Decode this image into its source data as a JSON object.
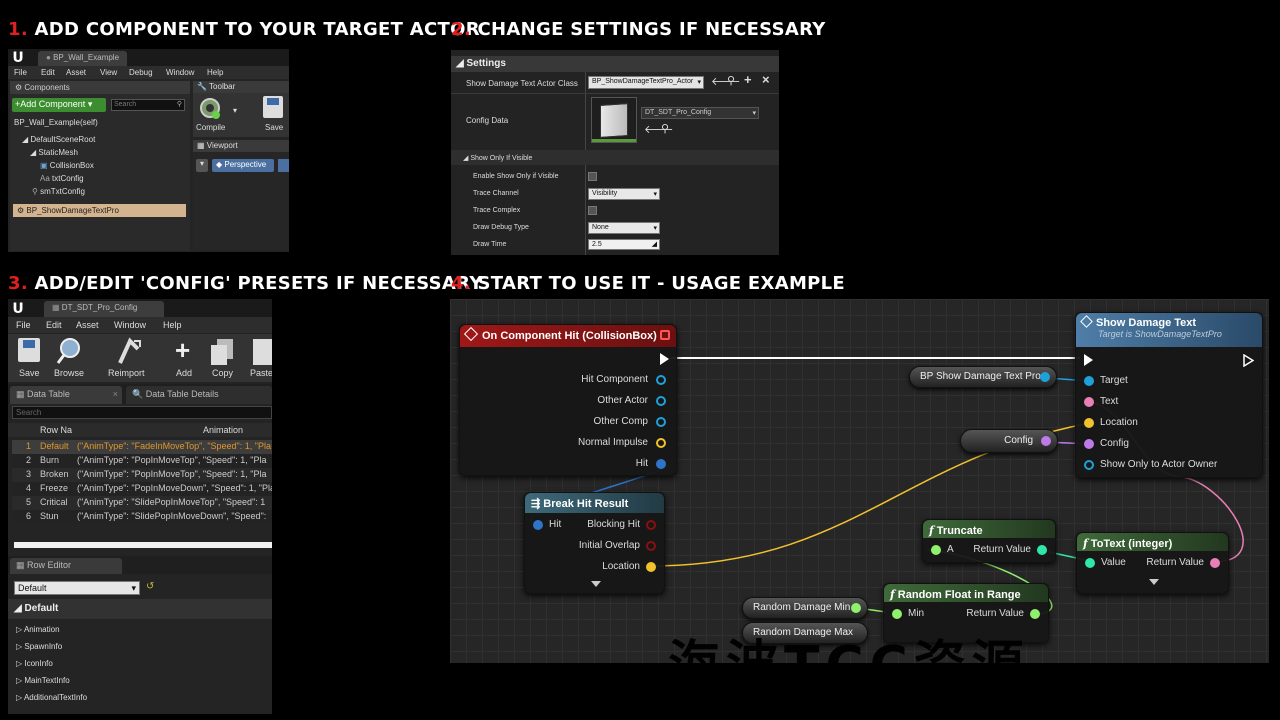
{
  "steps": [
    {
      "num": "1.",
      "text": "ADD COMPONENT TO YOUR TARGET ACTOR"
    },
    {
      "num": "2.",
      "text": "CHANGE SETTINGS IF NECESSARY"
    },
    {
      "num": "3.",
      "text": "ADD/EDIT 'CONFIG' PRESETS IF NECESSARY"
    },
    {
      "num": "4.",
      "text": "START TO USE IT - USAGE EXAMPLE"
    }
  ],
  "p1": {
    "tab": "BP_Wall_Example",
    "menu": [
      "File",
      "Edit",
      "Asset",
      "View",
      "Debug",
      "Window",
      "Help"
    ],
    "components_title": "Components",
    "add_button": "+Add Component",
    "search_placeholder": "Search",
    "tree": [
      "BP_Wall_Example(self)",
      "DefaultSceneRoot",
      "StaticMesh",
      "CollisionBox",
      "txtConfig",
      "smTxtConfig",
      "BP_ShowDamageTextPro"
    ],
    "toolbar_title": "Toolbar",
    "compile": "Compile",
    "save": "Save",
    "viewport_title": "Viewport",
    "perspective": "Perspective"
  },
  "p2": {
    "section": "Settings",
    "actor_class_label": "Show Damage Text Actor Class",
    "actor_class_value": "BP_ShowDamageTextPro_Actor",
    "config_label": "Config Data",
    "config_value": "DT_SDT_Pro_Config",
    "sub_section": "Show Only If Visible",
    "props": [
      {
        "label": "Enable Show Only if Visible",
        "kind": "checkbox"
      },
      {
        "label": "Trace Channel",
        "kind": "dropdown",
        "value": "Visibility"
      },
      {
        "label": "Trace Complex",
        "kind": "checkbox"
      },
      {
        "label": "Draw Debug Type",
        "kind": "dropdown",
        "value": "None"
      },
      {
        "label": "Draw Time",
        "kind": "number",
        "value": "2.5"
      }
    ]
  },
  "p3": {
    "tab": "DT_SDT_Pro_Config",
    "menu": [
      "File",
      "Edit",
      "Asset",
      "Window",
      "Help"
    ],
    "toolbar": [
      "Save",
      "Browse",
      "Reimport",
      "Add",
      "Copy",
      "Paste"
    ],
    "tab_data_table": "Data Table",
    "tab_details": "Data Table Details",
    "search_placeholder": "Search",
    "col_row": "Row Na",
    "col_anim": "Animation",
    "rows": [
      {
        "n": "1",
        "name": "Default",
        "anim": "(\"AnimType\": \"FadeInMoveTop\", \"Speed\": 1, \"Pla"
      },
      {
        "n": "2",
        "name": "Burn",
        "anim": "(\"AnimType\": \"PopInMoveTop\", \"Speed\": 1, \"Pla"
      },
      {
        "n": "3",
        "name": "Broken",
        "anim": "(\"AnimType\": \"PopInMoveTop\", \"Speed\": 1, \"Pla"
      },
      {
        "n": "4",
        "name": "Freeze",
        "anim": "(\"AnimType\": \"PopInMoveDown\", \"Speed\": 1, \"Pla"
      },
      {
        "n": "5",
        "name": "Critical",
        "anim": "(\"AnimType\": \"SlidePopInMoveTop\", \"Speed\": 1"
      },
      {
        "n": "6",
        "name": "Stun",
        "anim": "(\"AnimType\": \"SlidePopInMoveDown\", \"Speed\":"
      }
    ],
    "row_editor": "Row Editor",
    "row_select": "Default",
    "default_section": "Default",
    "categories": [
      "Animation",
      "SpawnInfo",
      "IconInfo",
      "MainTextInfo",
      "AdditionalTextInfo"
    ]
  },
  "graph": {
    "event_title": "On Component Hit (CollisionBox)",
    "event_pins": [
      "Hit Component",
      "Other Actor",
      "Other Comp",
      "Normal Impulse",
      "Hit"
    ],
    "sdt_title": "Show Damage Text",
    "sdt_sub": "Target is ShowDamageTextPro",
    "sdt_pins": [
      "Target",
      "Text",
      "Location",
      "Config",
      "Show Only to Actor Owner"
    ],
    "var_bp": "BP Show Damage Text Pro",
    "var_config": "Config",
    "break_title": "Break Hit Result",
    "break_in": "Hit",
    "break_pins": [
      "Blocking Hit",
      "Initial Overlap",
      "Location"
    ],
    "trunc_title": "Truncate",
    "trunc_in": "A",
    "trunc_out": "Return Value",
    "totext_title": "ToText (integer)",
    "totext_in": "Value",
    "totext_out": "Return Value",
    "rand_title": "Random Float in Range",
    "rand_min": "Min",
    "rand_out": "Return Value",
    "var_min": "Random Damage Min",
    "var_max": "Random Damage Max"
  },
  "watermark": "海波TCC资源",
  "colors": {
    "accent_red": "#e02020",
    "exec": "#ffffff",
    "object_pin": "#1fa0d8",
    "text_pin": "#e87fb5",
    "vector_pin": "#f2c12e",
    "struct_pin": "#2e74c9",
    "float_pin": "#8ff06c",
    "int_pin": "#2fe8a8",
    "config_pin": "#c07ae8"
  }
}
